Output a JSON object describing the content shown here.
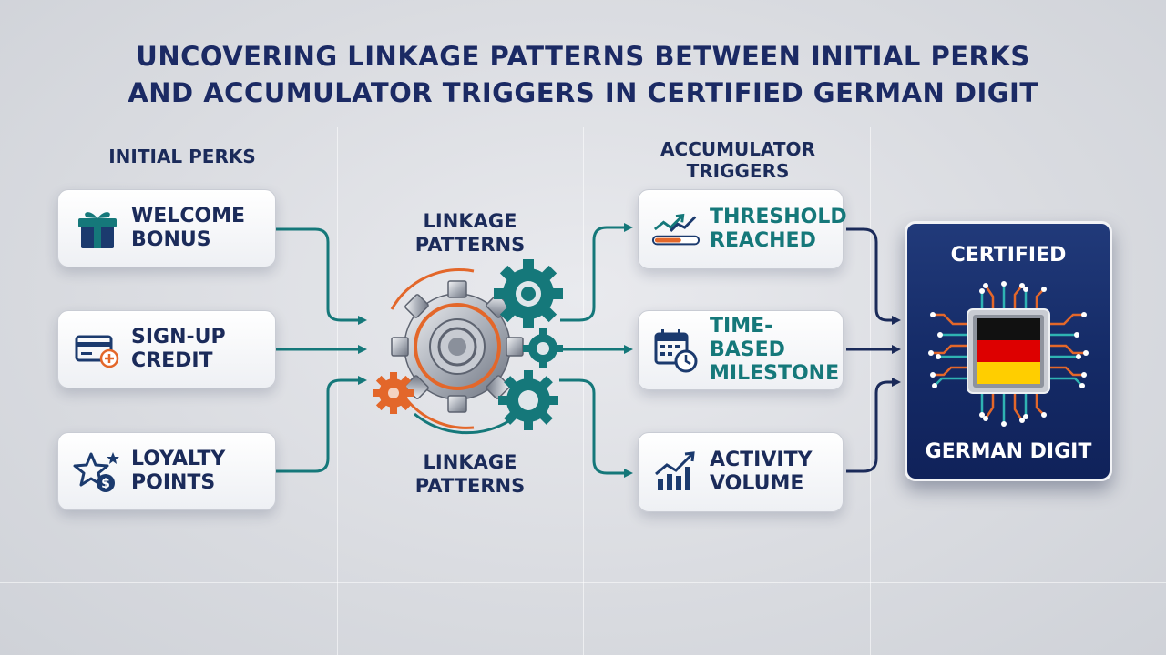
{
  "title": {
    "line1": "UNCOVERING LINKAGE PATTERNS BETWEEN INITIAL PERKS",
    "line2": "AND ACCUMULATOR TRIGGERS IN CERTIFIED GERMAN DIGIT"
  },
  "columns": {
    "perks_heading": "INITIAL PERKS",
    "triggers_heading_line1": "ACCUMULATOR",
    "triggers_heading_line2": "TRIGGERS"
  },
  "perks": [
    {
      "line1": "WELCOME",
      "line2": "BONUS",
      "icon": "gift-icon"
    },
    {
      "line1": "SIGN-UP",
      "line2": "CREDIT",
      "icon": "credit-card-plus-icon"
    },
    {
      "line1": "LOYALTY",
      "line2": "POINTS",
      "icon": "star-coin-icon"
    }
  ],
  "center": {
    "top_line1": "LINKAGE",
    "top_line2": "PATTERNS",
    "bottom_line1": "LINKAGE",
    "bottom_line2": "PATTERNS",
    "icon": "gears-icon"
  },
  "triggers": [
    {
      "line1": "THRESHOLD",
      "line2": "REACHED",
      "icon": "trend-progress-icon"
    },
    {
      "line1": "TIME-BASED",
      "line2": "MILESTONE",
      "icon": "calendar-clock-icon"
    },
    {
      "line1": "ACTIVITY",
      "line2": "VOLUME",
      "icon": "bar-chart-trend-icon"
    }
  ],
  "certified": {
    "top": "CERTIFIED",
    "bottom": "GERMAN DIGIT",
    "icon": "chip-flag-icon"
  },
  "colors": {
    "navy": "#1b2b5a",
    "teal": "#15787a",
    "orange": "#e3672a",
    "flag_black": "#111111",
    "flag_red": "#dd0000",
    "flag_gold": "#ffce00"
  }
}
